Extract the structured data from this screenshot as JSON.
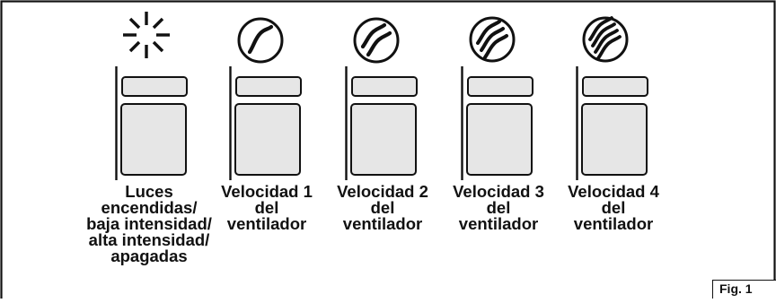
{
  "controls": [
    {
      "id": "lights",
      "icon": "light-burst-icon",
      "label_lines": [
        "Luces",
        "encendidas/",
        "baja intensidad/",
        "alta intensidad/",
        "apagadas"
      ]
    },
    {
      "id": "fan-speed-1",
      "icon": "fan-speed-1-icon",
      "label_lines": [
        "Velocidad 1",
        "del",
        "ventilador"
      ]
    },
    {
      "id": "fan-speed-2",
      "icon": "fan-speed-2-icon",
      "label_lines": [
        "Velocidad 2",
        "del",
        "ventilador"
      ]
    },
    {
      "id": "fan-speed-3",
      "icon": "fan-speed-3-icon",
      "label_lines": [
        "Velocidad 3",
        "del",
        "ventilador"
      ]
    },
    {
      "id": "fan-speed-4",
      "icon": "fan-speed-4-icon",
      "label_lines": [
        "Velocidad 4",
        "del",
        "ventilador"
      ]
    }
  ],
  "figure_label": "Fig. 1",
  "colors": {
    "stroke": "#111111",
    "button_fill": "#e6e6e6",
    "led_fill": "#e6e6e6"
  }
}
